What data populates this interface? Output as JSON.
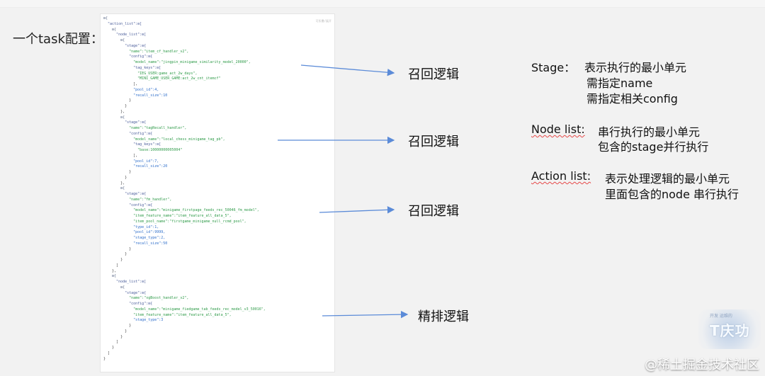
{
  "left_caption": "一个task配置：",
  "code_panel": {
    "watermark": "可折叠/展开",
    "lines": [
      {
        "text": "⊟{",
        "color": "fold"
      },
      {
        "text": "  \"action_list\":⊟[",
        "color": "key"
      },
      {
        "text": "    ⊟{",
        "color": "fold"
      },
      {
        "text": "      \"node_list\":⊟[",
        "color": "key"
      },
      {
        "text": "        ⊟{",
        "color": "fold"
      },
      {
        "text": "          \"stage\":⊟{",
        "color": "key"
      },
      {
        "text": "            \"name\":\"item_cf_handler_v2\",",
        "color": "str"
      },
      {
        "text": "            \"config\":⊟{",
        "color": "key"
      },
      {
        "text": "              \"model_name\":\"jingpin_minigame_similarity_model_20000\",",
        "color": "str"
      },
      {
        "text": "              \"tag_keys\":⊟[",
        "color": "key"
      },
      {
        "text": "                \"IEG_USER:game_act_2w_days\",",
        "color": "str"
      },
      {
        "text": "                \"MINI_GAME_USER_GAME:act_2w_cnt_itemcf\"",
        "color": "str"
      },
      {
        "text": "              ],",
        "color": "plain"
      },
      {
        "text": "              \"pool_id\":4,",
        "color": "num"
      },
      {
        "text": "              \"recall_size\":10",
        "color": "num"
      },
      {
        "text": "            }",
        "color": "plain"
      },
      {
        "text": "          }",
        "color": "plain"
      },
      {
        "text": "        },",
        "color": "plain"
      },
      {
        "text": "        ⊟{",
        "color": "fold"
      },
      {
        "text": "          \"stage\":⊟{",
        "color": "key"
      },
      {
        "text": "            \"name\":\"tagRecall_handler\",",
        "color": "str"
      },
      {
        "text": "            \"config\":⊟{",
        "color": "key"
      },
      {
        "text": "              \"model_name\":\"local_chess_minigame_tag_pb\",",
        "color": "str"
      },
      {
        "text": "              \"tag_keys\":⊟[",
        "color": "key"
      },
      {
        "text": "                \"base:10000000005004\"",
        "color": "str"
      },
      {
        "text": "              ],",
        "color": "plain"
      },
      {
        "text": "              \"pool_id\":7,",
        "color": "num"
      },
      {
        "text": "              \"recall_size\":20",
        "color": "num"
      },
      {
        "text": "            }",
        "color": "plain"
      },
      {
        "text": "          }",
        "color": "plain"
      },
      {
        "text": "        },",
        "color": "plain"
      },
      {
        "text": "        ⊟{",
        "color": "fold"
      },
      {
        "text": "          \"stage\":⊟{",
        "color": "key"
      },
      {
        "text": "            \"name\":\"fm_handler\",",
        "color": "str"
      },
      {
        "text": "            \"config\":⊟{",
        "color": "key"
      },
      {
        "text": "              \"model_name\":\"minigame_firstpage_feeds_rec_50046_fm_model\",",
        "color": "str"
      },
      {
        "text": "              \"item_feature_name\":\"item_feature_all_data_5\",",
        "color": "str"
      },
      {
        "text": "              \"item_pool_name\":\"firstgame_minigame_null_rcmd_pool\",",
        "color": "str"
      },
      {
        "text": "              \"type_id\":1,",
        "color": "num"
      },
      {
        "text": "              \"pool_id\":9999,",
        "color": "num"
      },
      {
        "text": "              \"stage_type\":2,",
        "color": "num"
      },
      {
        "text": "              \"recall_size\":50",
        "color": "num"
      },
      {
        "text": "            }",
        "color": "plain"
      },
      {
        "text": "          }",
        "color": "plain"
      },
      {
        "text": "        }",
        "color": "plain"
      },
      {
        "text": "      ]",
        "color": "plain"
      },
      {
        "text": "    },",
        "color": "plain"
      },
      {
        "text": "    ⊟{",
        "color": "fold"
      },
      {
        "text": "      \"node_list\":⊟[",
        "color": "key"
      },
      {
        "text": "        ⊟{",
        "color": "fold"
      },
      {
        "text": "          \"stage\":⊟{",
        "color": "key"
      },
      {
        "text": "            \"name\":\"xgBoost_handler_v2\",",
        "color": "str"
      },
      {
        "text": "            \"config\":⊟{",
        "color": "key"
      },
      {
        "text": "              \"model_name\":\"minigame_fiedgame_tab_feeds_rec_model_v3_50016\",",
        "color": "str"
      },
      {
        "text": "              \"item_feature_name\":\"item_feature_all_data_5\",",
        "color": "str"
      },
      {
        "text": "              \"stage_type\":3",
        "color": "num"
      },
      {
        "text": "            }",
        "color": "plain"
      },
      {
        "text": "          }",
        "color": "plain"
      },
      {
        "text": "        }",
        "color": "plain"
      },
      {
        "text": "      ]",
        "color": "plain"
      },
      {
        "text": "    }",
        "color": "plain"
      },
      {
        "text": "  ]",
        "color": "plain"
      },
      {
        "text": "}",
        "color": "plain"
      }
    ]
  },
  "annotations": {
    "labels": [
      "召回逻辑",
      "召回逻辑",
      "召回逻辑",
      "精排逻辑"
    ]
  },
  "descriptions": {
    "stage_title": "Stage：",
    "stage_line1": "表示执行的最小单元",
    "stage_line2": "需指定name",
    "stage_line3": "需指定相关config",
    "node_title": "Node list:",
    "node_line1": "串行执行的最小单元",
    "node_line2": "包含的stage并行执行",
    "action_title": "Action list:",
    "action_line1": "表示处理逻辑的最小单元",
    "action_line2": "里面包含的node 串行执行"
  },
  "brand": {
    "sub": "开发 运维的",
    "text": "T庆功"
  },
  "footer": {
    "watermark": "@稀土掘金技术社区"
  },
  "colors": {
    "arrow": "#5b8bd8",
    "wavy_underline": "#e64848",
    "key": "#4a5d9a",
    "string": "#2f9b49",
    "number": "#2f6fcb"
  }
}
